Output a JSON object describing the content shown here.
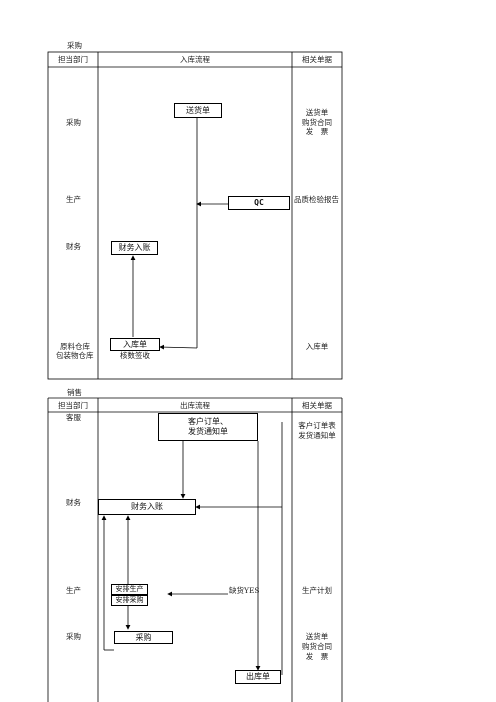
{
  "section1": {
    "title": "采购",
    "headers": [
      "担当部门",
      "入库流程",
      "相关单据"
    ],
    "departments": [
      "采购",
      "生产",
      "财务",
      "原料仓库",
      "包装物仓库"
    ],
    "nodes": {
      "delivery_note": "送货单",
      "qc": "QC",
      "finance_entry": "财务入账",
      "warehouse_receipt": "入库单",
      "check_sign": "核数签收"
    },
    "documents": {
      "purchasing": [
        "送货单",
        "购货合同",
        "发　票"
      ],
      "production": "品质检验报告",
      "warehouse": "入库单"
    }
  },
  "section2": {
    "title": "销售",
    "headers": [
      "担当部门",
      "出库流程",
      "相关单据"
    ],
    "departments": [
      "客服",
      "财务",
      "生产",
      "采购"
    ],
    "nodes": {
      "customer_order": [
        "客户订单、",
        "发货通知单"
      ],
      "finance_entry": "财务入账",
      "arrange_production": "安排生产",
      "arrange_purchase": "安排采购",
      "shortage": "缺货YES",
      "purchase": "采购",
      "outbound": "出库单"
    },
    "documents": {
      "service": [
        "客户订单表",
        "发货通知单"
      ],
      "production": "生产计划",
      "purchasing": [
        "送货单",
        "购货合同",
        "发　票"
      ]
    }
  }
}
